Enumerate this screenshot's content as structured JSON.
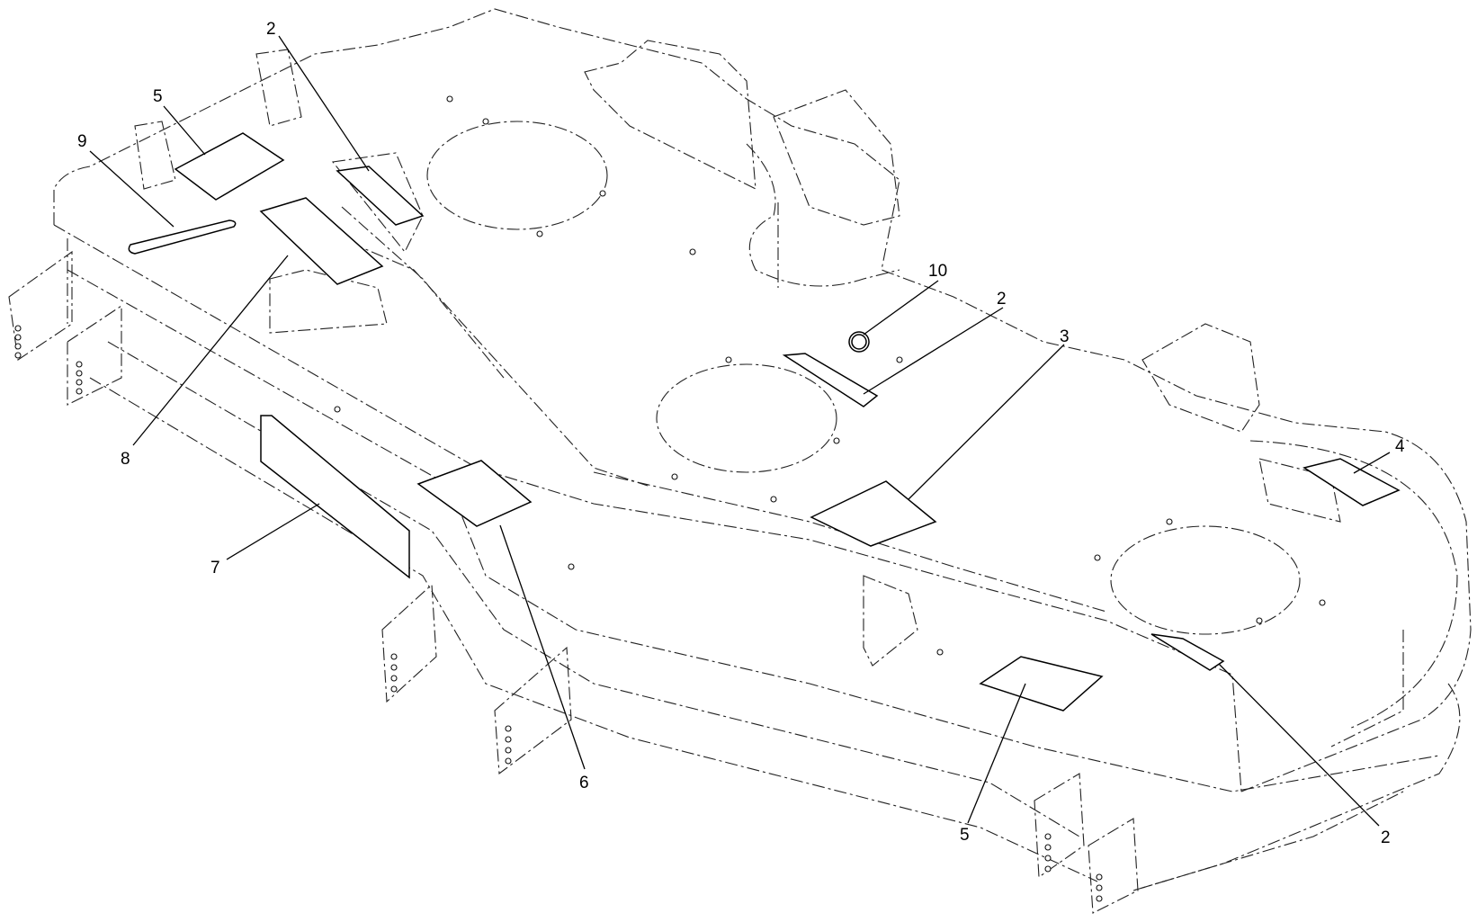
{
  "callouts": [
    {
      "id": "c2a",
      "label": "2"
    },
    {
      "id": "c5a",
      "label": "5"
    },
    {
      "id": "c9",
      "label": "9"
    },
    {
      "id": "c8",
      "label": "8"
    },
    {
      "id": "c7",
      "label": "7"
    },
    {
      "id": "c6",
      "label": "6"
    },
    {
      "id": "c10",
      "label": "10"
    },
    {
      "id": "c2b",
      "label": "2"
    },
    {
      "id": "c3",
      "label": "3"
    },
    {
      "id": "c4",
      "label": "4"
    },
    {
      "id": "c5b",
      "label": "5"
    },
    {
      "id": "c2c",
      "label": "2"
    }
  ],
  "colors": {
    "line": "#000000",
    "background": "#ffffff"
  }
}
